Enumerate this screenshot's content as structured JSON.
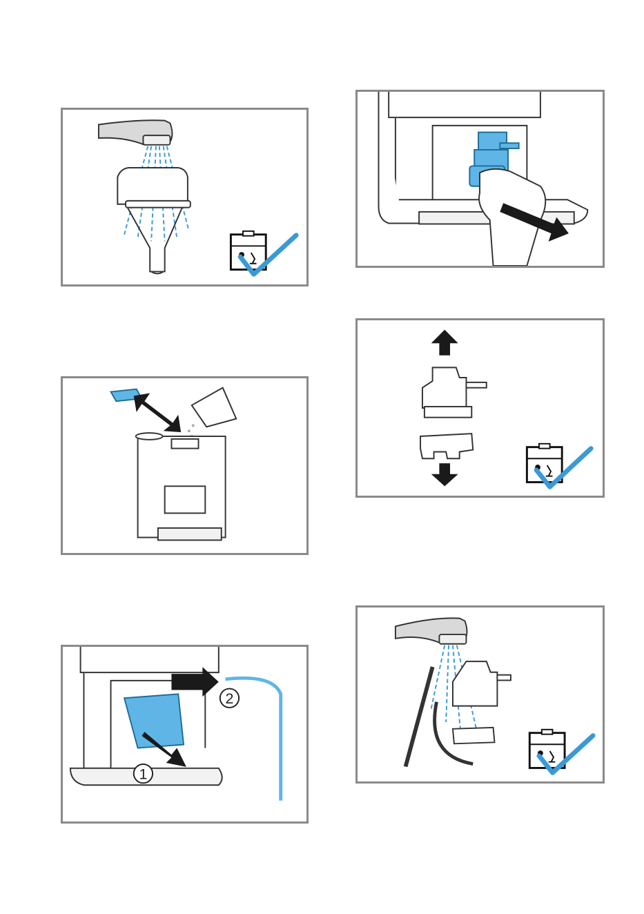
{
  "figures": [
    {
      "id": "rinse-drip-tray-insert",
      "dishwasher_safe": true
    },
    {
      "id": "remove-milk-unit",
      "dishwasher_safe": false
    },
    {
      "id": "separate-milk-unit-parts",
      "dishwasher_safe": true
    },
    {
      "id": "fill-cleaning-tablet",
      "dishwasher_safe": false
    },
    {
      "id": "rinse-milk-unit-parts",
      "dishwasher_safe": true
    },
    {
      "id": "remove-brewing-unit-and-tube",
      "dishwasher_safe": false
    }
  ],
  "step_labels": {
    "first": "1",
    "second": "2"
  },
  "colors": {
    "accent_blue": "#3a9ad6",
    "part_blue": "#5fb6e6",
    "frame_gray": "#8a8a8a",
    "arrow_dark": "#1a1a1a"
  },
  "icons": [
    "faucet-icon",
    "dishwasher-safe-icon",
    "checkmark-icon",
    "arrow-icon",
    "hand-icon"
  ]
}
